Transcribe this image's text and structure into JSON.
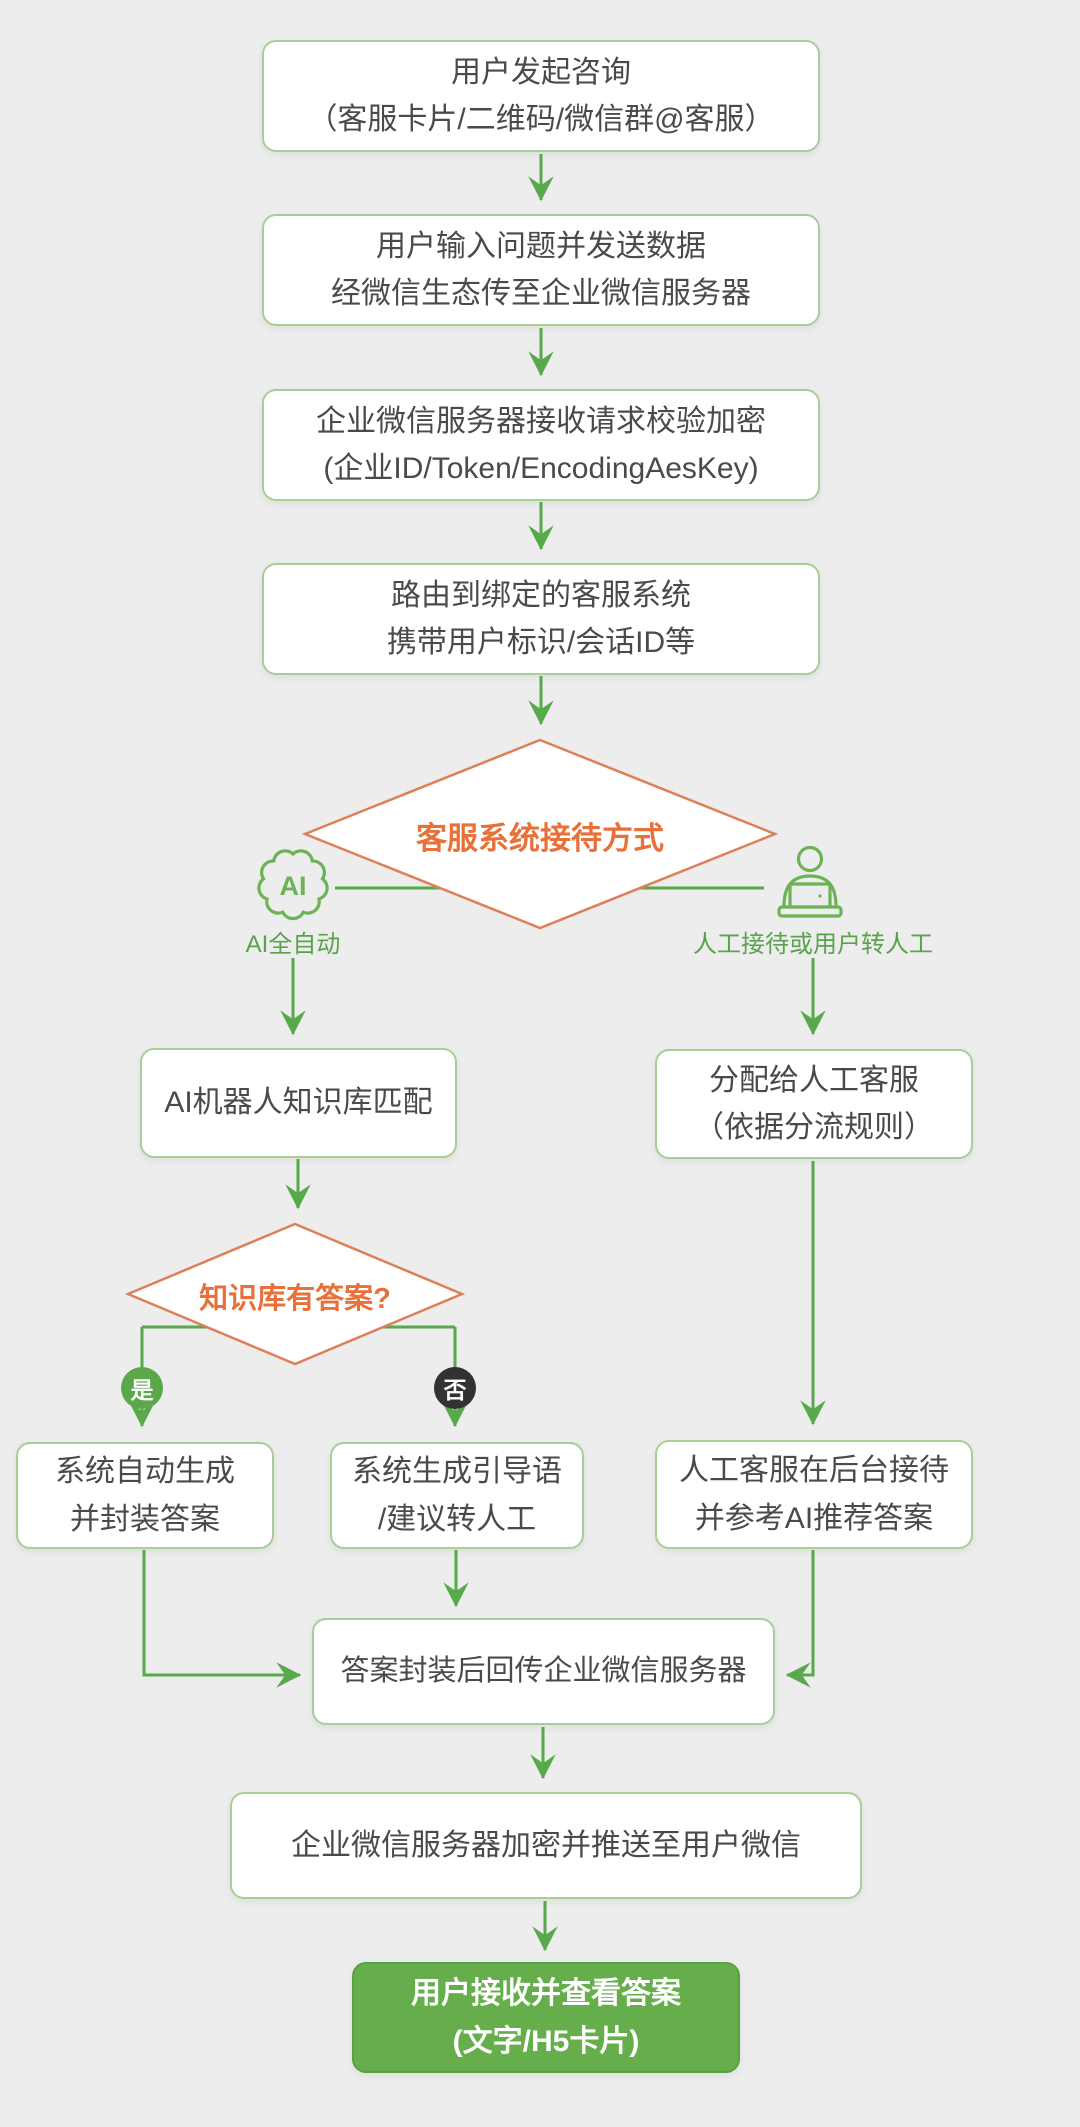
{
  "colors": {
    "background": "#ededed",
    "node_fill": "#ffffff",
    "node_border": "#a6cf98",
    "node_text": "#4a4a4a",
    "connector_green": "#58a94b",
    "branch_label_green": "#5ba24d",
    "decision_border_orange": "#dd7f58",
    "decision_text_orange": "#e8713a",
    "yes_badge_green": "#5aa849",
    "no_badge_dark": "#323232",
    "end_node_fill": "#66ad4b",
    "end_node_text": "#ffffff"
  },
  "flowchart": {
    "start": {
      "line1": "用户发起咨询",
      "line2": "（客服卡片/二维码/微信群@客服）"
    },
    "send": {
      "line1": "用户输入问题并发送数据",
      "line2": "经微信生态传至企业微信服务器"
    },
    "verify": {
      "line1": "企业微信服务器接收请求校验加密",
      "line2": "(企业ID/Token/EncodingAesKey)"
    },
    "route": {
      "line1": "路由到绑定的客服系统",
      "line2": "携带用户标识/会话ID等"
    },
    "decision_mode": {
      "label": "客服系统接待方式"
    },
    "branch_ai": {
      "label": "AI全自动",
      "icon_text": "AI"
    },
    "branch_human": {
      "label": "人工接待或用户转人工"
    },
    "ai_match": {
      "line1": "AI机器人知识库匹配"
    },
    "decision_kb": {
      "label": "知识库有答案?"
    },
    "badge_yes": {
      "label": "是"
    },
    "badge_no": {
      "label": "否"
    },
    "auto_answer": {
      "line1": "系统自动生成",
      "line2": "并封装答案"
    },
    "guide": {
      "line1": "系统生成引导语",
      "line2": "/建议转人工"
    },
    "assign": {
      "line1": "分配给人工客服",
      "line2": "（依据分流规则）"
    },
    "human_reply": {
      "line1": "人工客服在后台接待",
      "line2": "并参考AI推荐答案"
    },
    "send_back": {
      "line1": "答案封装后回传企业微信服务器"
    },
    "push": {
      "line1": "企业微信服务器加密并推送至用户微信"
    },
    "end": {
      "line1": "用户接收并查看答案",
      "line2": "(文字/H5卡片)"
    }
  }
}
